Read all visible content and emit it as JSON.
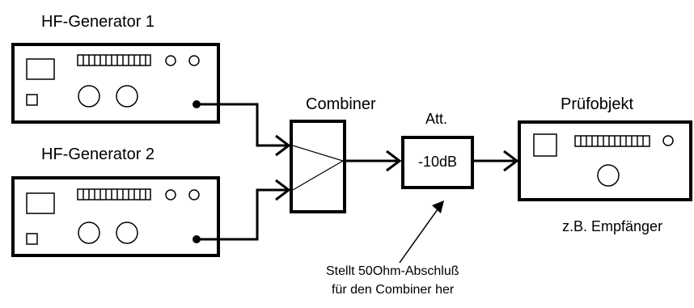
{
  "generator1": {
    "title": "HF-Generator 1"
  },
  "generator2": {
    "title": "HF-Generator 2"
  },
  "combiner": {
    "title": "Combiner"
  },
  "attenuator": {
    "title": "Att.",
    "value": "-10dB"
  },
  "dut": {
    "title": "Prüfobjekt",
    "caption": "z.B. Empfänger"
  },
  "note": {
    "line1": "Stellt 50Ohm-Abschluß",
    "line2": "für den Combiner her"
  },
  "colors": {
    "line": "#000000",
    "background": "#ffffff"
  }
}
